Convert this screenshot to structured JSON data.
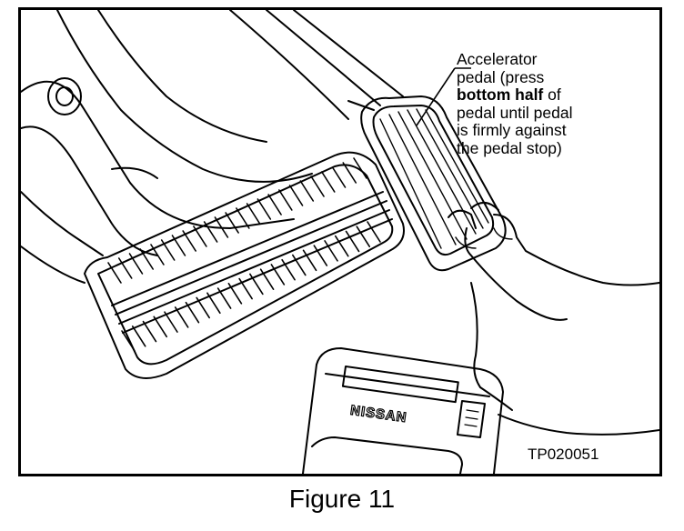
{
  "callout": {
    "line1": "Accelerator",
    "line2": "pedal (press",
    "line3_bold": "bottom half",
    "line3_rest": " of",
    "line4": "pedal until pedal",
    "line5": "is firmly against",
    "line6": "the pedal stop)"
  },
  "device_brand": "NISSAN",
  "figure_code": "TP020051",
  "caption": "Figure 11",
  "colors": {
    "ink": "#000000",
    "paper": "#ffffff"
  }
}
